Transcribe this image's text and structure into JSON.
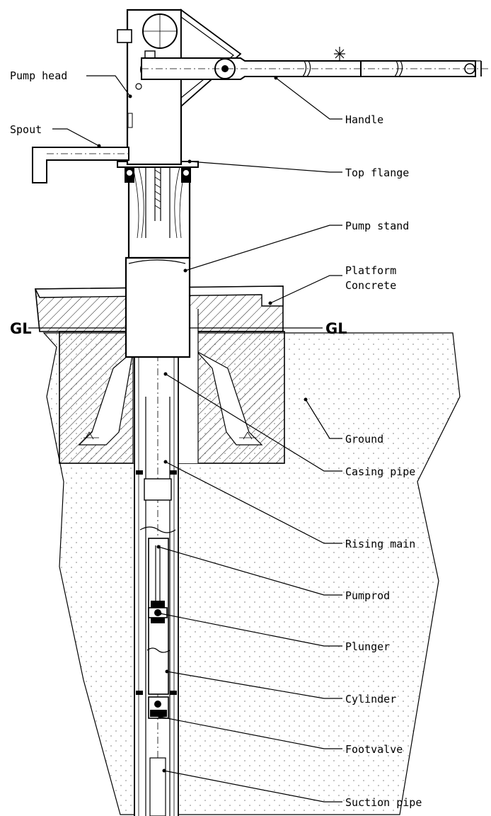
{
  "labels": {
    "pump_head": "Pump head",
    "spout": "Spout",
    "handle": "Handle",
    "top_flange": "Top flange",
    "pump_stand": "Pump stand",
    "platform_line1": "Platform",
    "platform_line2": "Concrete",
    "gl_left": "GL",
    "gl_right": "GL",
    "ground": "Ground",
    "casing_pipe": "Casing pipe",
    "rising_main": "Rising main",
    "pumprod": "Pumprod",
    "plunger": "Plunger",
    "cylinder": "Cylinder",
    "footvalve": "Footvalve",
    "suction_pipe": "Suction pipe"
  },
  "colors": {
    "line": "#000000",
    "background": "#ffffff",
    "ground_dots": "#9a9a9a"
  }
}
